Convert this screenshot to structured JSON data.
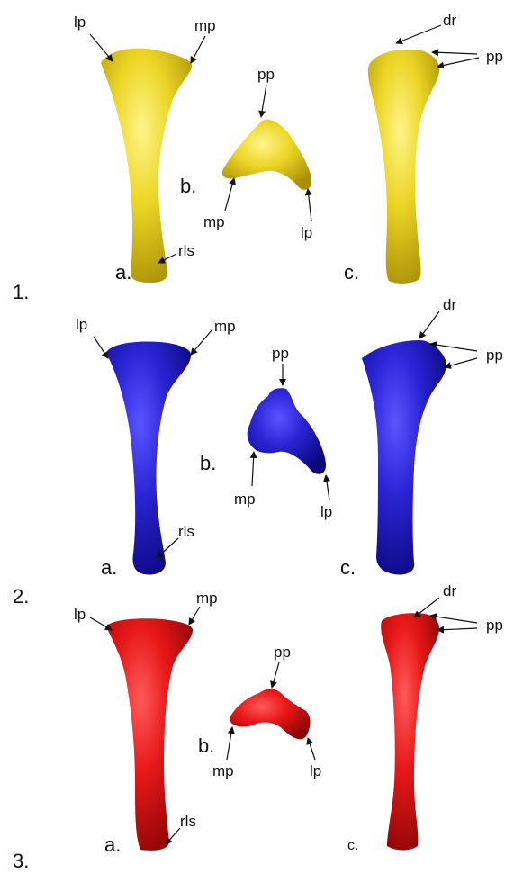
{
  "colors": {
    "row1": "#e9d21f",
    "row2": "#2a24c8",
    "row3": "#e01616"
  },
  "rows": [
    {
      "number": "1.",
      "a": {
        "letter": "a.",
        "lp": "lp",
        "mp": "mp",
        "rls": "rls"
      },
      "b": {
        "letter": "b.",
        "pp": "pp",
        "mp": "mp",
        "lp": "lp"
      },
      "c": {
        "letter": "c.",
        "dr": "dr",
        "pp": "pp"
      }
    },
    {
      "number": "2.",
      "a": {
        "letter": "a.",
        "lp": "lp",
        "mp": "mp",
        "rls": "rls"
      },
      "b": {
        "letter": "b.",
        "pp": "pp",
        "mp": "mp",
        "lp": "lp"
      },
      "c": {
        "letter": "c.",
        "dr": "dr",
        "pp": "pp"
      }
    },
    {
      "number": "3.",
      "a": {
        "letter": "a.",
        "lp": "lp",
        "mp": "mp",
        "rls": "rls"
      },
      "b": {
        "letter": "b.",
        "pp": "pp",
        "mp": "mp",
        "lp": "lp"
      },
      "c": {
        "letter": "c.",
        "dr": "dr",
        "pp": "pp"
      }
    }
  ]
}
